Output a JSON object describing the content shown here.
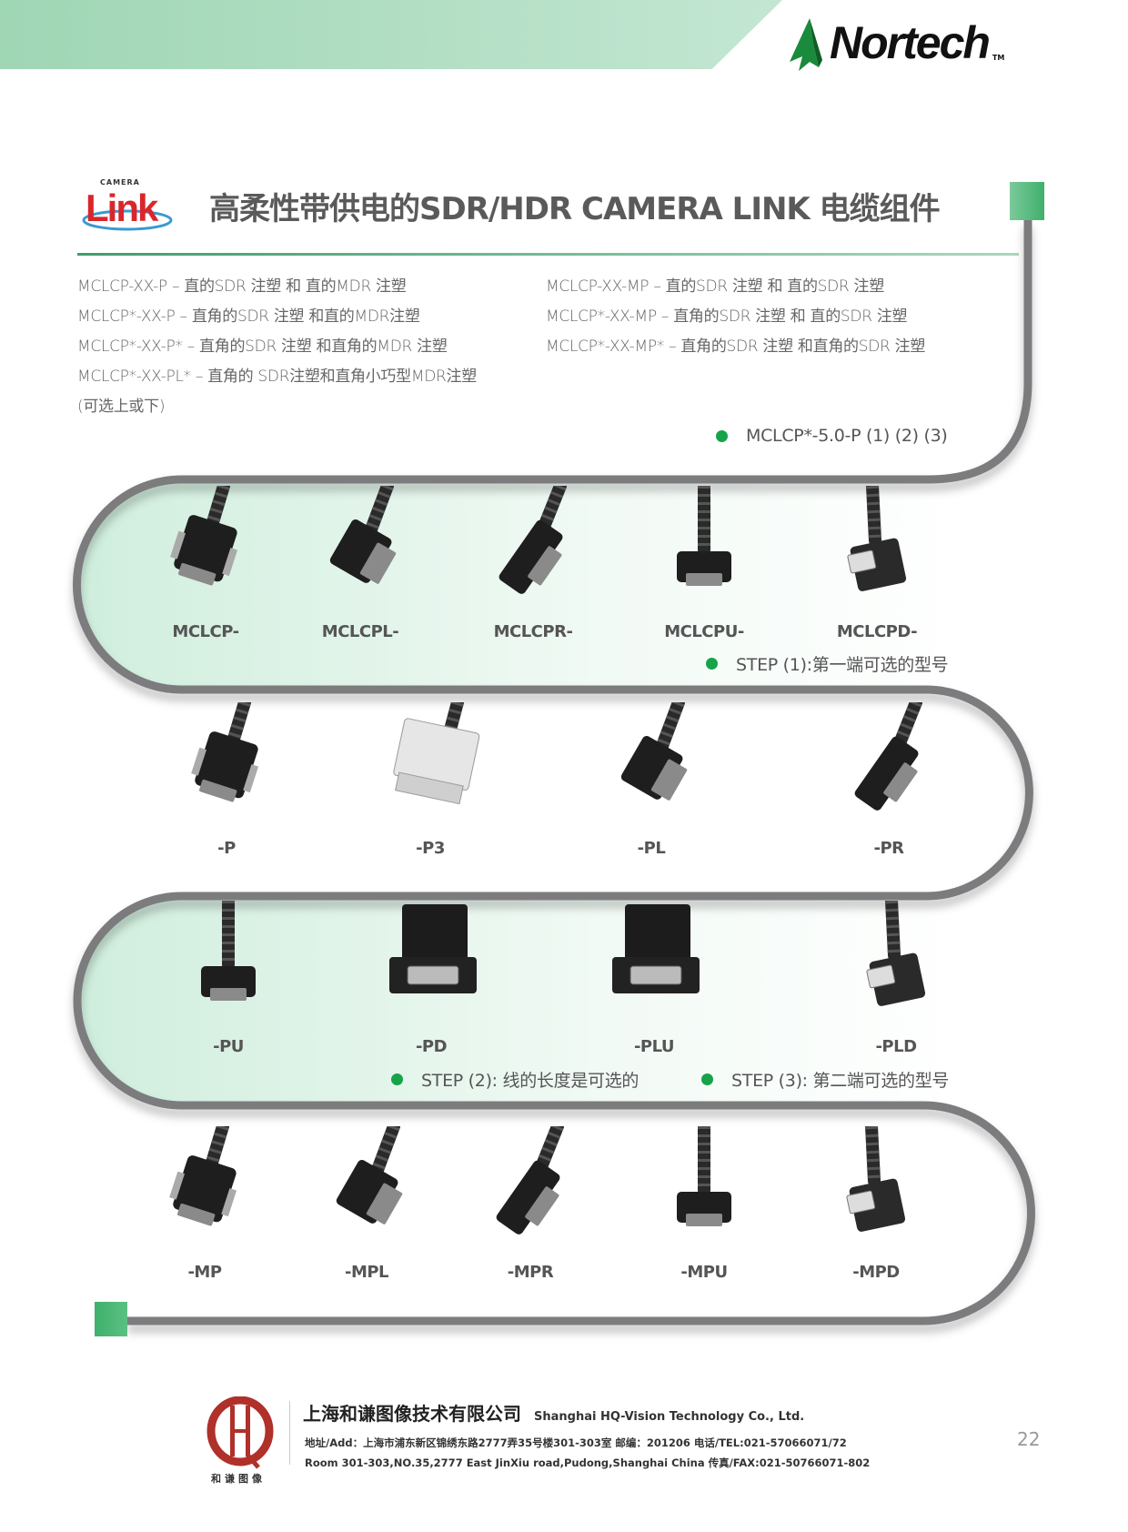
{
  "header": {
    "brand_logo_text": "Nortech",
    "brand_tm": "TM",
    "brand_color": "#1a8a3c"
  },
  "title": {
    "logo_small": "CAMERA",
    "logo_big": "Link",
    "text": "高柔性带供电的SDR/HDR CAMERA LINK 电缆组件"
  },
  "descriptions": {
    "left": [
      "MCLCP-XX-P – 直的SDR 注塑 和 直的MDR 注塑",
      "MCLCP*-XX-P – 直角的SDR 注塑 和直的MDR注塑",
      "MCLCP*-XX-P* – 直角的SDR 注塑 和直角的MDR 注塑",
      "MCLCP*-XX-PL* – 直角的 SDR注塑和直角小巧型MDR注塑",
      "(可选上或下)"
    ],
    "right": [
      "MCLCP-XX-MP – 直的SDR 注塑 和 直的SDR 注塑",
      "MCLCP*-XX-MP – 直角的SDR 注塑 和 直的SDR 注塑",
      "MCLCP*-XX-MP* – 直角的SDR 注塑 和直角的SDR 注塑"
    ]
  },
  "example": "MCLCP*-5.0-P  (1)   (2)  (3)",
  "steps": {
    "step1": "STEP (1):第一端可选的型号",
    "step2": "STEP (2): 线的长度是可选的",
    "step3": "STEP (3): 第二端可选的型号"
  },
  "rows": [
    {
      "items": [
        {
          "label": "MCLCP-",
          "variant": "straight"
        },
        {
          "label": "MCLCPL-",
          "variant": "left"
        },
        {
          "label": "MCLCPR-",
          "variant": "right"
        },
        {
          "label": "MCLCPU-",
          "variant": "up"
        },
        {
          "label": "MCLCPD-",
          "variant": "down"
        }
      ]
    },
    {
      "items": [
        {
          "label": "-P",
          "variant": "straight"
        },
        {
          "label": "-P3",
          "variant": "metal"
        },
        {
          "label": "-PL",
          "variant": "left"
        },
        {
          "label": "-PR",
          "variant": "right"
        }
      ]
    },
    {
      "items": [
        {
          "label": "-PU",
          "variant": "up"
        },
        {
          "label": "-PD",
          "variant": "box"
        },
        {
          "label": "-PLU",
          "variant": "box"
        },
        {
          "label": "-PLD",
          "variant": "down"
        }
      ]
    },
    {
      "items": [
        {
          "label": "-MP",
          "variant": "straight"
        },
        {
          "label": "-MPL",
          "variant": "left"
        },
        {
          "label": "-MPR",
          "variant": "right"
        },
        {
          "label": "-MPU",
          "variant": "up"
        },
        {
          "label": "-MPD",
          "variant": "down"
        }
      ]
    }
  ],
  "footer": {
    "logo_letters": "HQ",
    "logo_caption": "和谦图像",
    "company_cn": "上海和谦图像技术有限公司",
    "company_en": "Shanghai HQ-Vision Technology Co., Ltd.",
    "address_cn": "地址/Add：上海市浦东新区锦绣东路2777弄35号楼301-303室 邮编：201206 电话/TEL:021-57066071/72",
    "address_en": "Room 301-303,NO.35,2777 East JinXiu road,Pudong,Shanghai China  传真/FAX:021-50766071-802",
    "page_number": "22"
  }
}
